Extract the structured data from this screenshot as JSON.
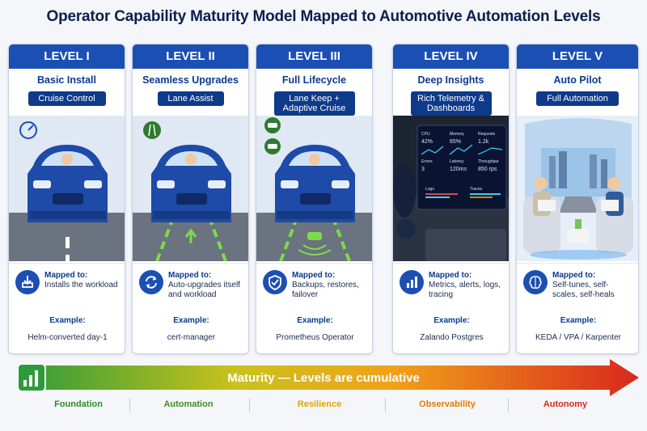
{
  "title": "Operator Capability Maturity Model Mapped to Automotive Automation Levels",
  "levels": [
    {
      "level": "LEVEL I",
      "capability": "Basic Install",
      "auto": "Cruise Control",
      "mapped_label": "Mapped to:",
      "mapped": "Installs the workload",
      "example_label": "Example:",
      "example": "Helm-converted day-1",
      "icon": "download-icon"
    },
    {
      "level": "LEVEL II",
      "capability": "Seamless Upgrades",
      "auto": "Lane Assist",
      "mapped_label": "Mapped to:",
      "mapped": "Auto-upgrades itself and workload",
      "example_label": "Example:",
      "example": "cert-manager",
      "icon": "refresh-icon"
    },
    {
      "level": "LEVEL III",
      "capability": "Full Lifecycle",
      "auto": "Lane Keep + Adaptive Cruise",
      "mapped_label": "Mapped to:",
      "mapped": "Backups, restores, failover",
      "example_label": "Example:",
      "example": "Prometheus Operator",
      "icon": "shield-icon"
    },
    {
      "level": "LEVEL IV",
      "capability": "Deep Insights",
      "auto": "Rich Telemetry & Dashboards",
      "mapped_label": "Mapped to:",
      "mapped": "Metrics, alerts, logs, tracing",
      "example_label": "Example:",
      "example": "Zalando Postgres",
      "icon": "bar-chart-icon"
    },
    {
      "level": "LEVEL V",
      "capability": "Auto Pilot",
      "auto": "Full Automation",
      "mapped_label": "Mapped to:",
      "mapped": "Self-tunes, self-scales, self-heals",
      "example_label": "Example:",
      "example": "KEDA / VPA / Karpenter",
      "icon": "brain-icon"
    }
  ],
  "dashboard": {
    "cpu_label": "CPU",
    "cpu": "42%",
    "memory_label": "Memory",
    "memory": "65%",
    "requests_label": "Requests",
    "requests": "1.2k",
    "errors_label": "Errors",
    "errors": "3",
    "latency_label": "Latency",
    "latency": "120ms",
    "throughput_label": "Throughput",
    "throughput": "850 rps",
    "logs_label": "Logs",
    "traces_label": "Traces"
  },
  "maturity": {
    "label": "Maturity — Levels are cumulative",
    "stages": [
      "Foundation",
      "Automation",
      "Resilience",
      "Observability",
      "Autonomy"
    ],
    "stage_colors": [
      "#2e8b2e",
      "#3f8f22",
      "#e0a400",
      "#e07b00",
      "#d62a1a"
    ]
  }
}
